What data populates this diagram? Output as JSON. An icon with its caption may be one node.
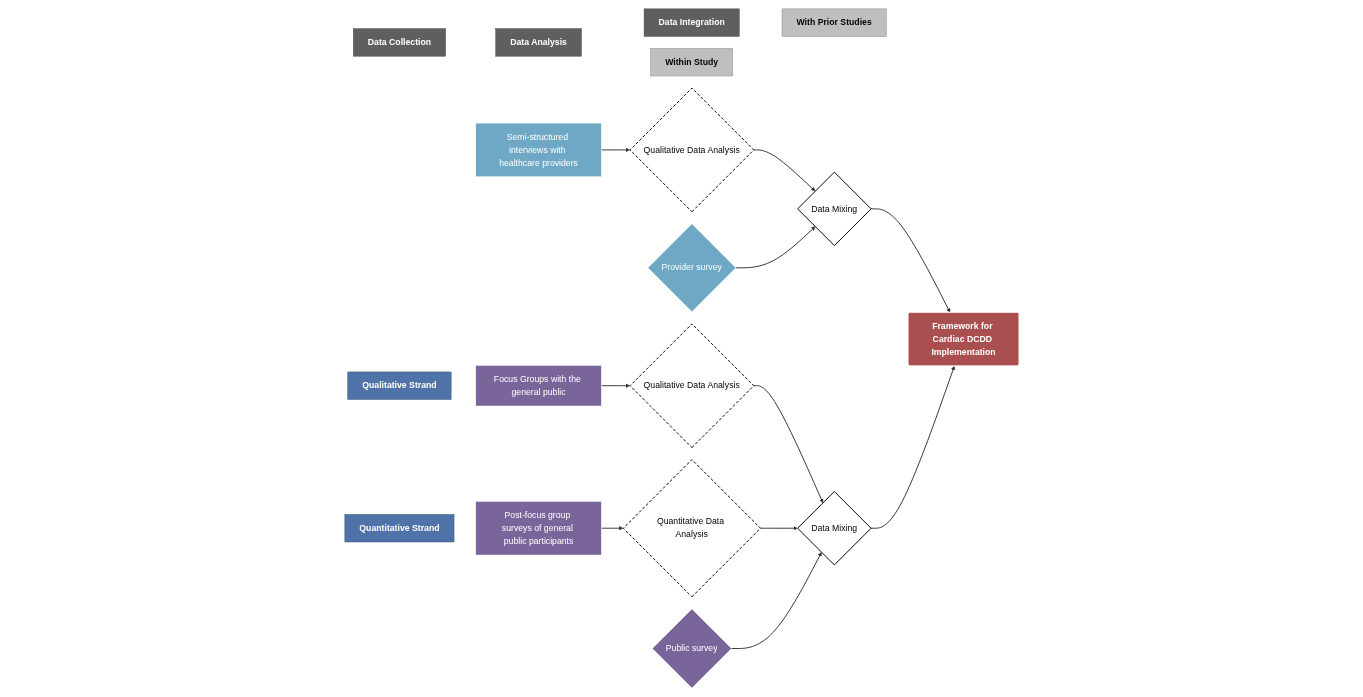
{
  "diagram": {
    "nodes": [
      {
        "text": [
          "Data Collection"
        ]
      },
      {
        "text": [
          "Data Analysis"
        ]
      },
      {
        "text": [
          "Data Integration"
        ]
      },
      {
        "text": [
          "Within Study"
        ]
      },
      {
        "text": [
          "With Prior Studies"
        ]
      },
      {
        "text": [
          "Qualitative Strand"
        ]
      },
      {
        "text": [
          "Quantitative Strand"
        ]
      },
      {
        "text": [
          "Semi-structured interviews with healthcare providers"
        ]
      },
      {
        "text": [
          "Focus Groups with the general public"
        ]
      },
      {
        "text": [
          "Post-focus group surveys of general public participants"
        ]
      },
      {
        "text": [
          "Qualitative Data Analysis"
        ]
      },
      {
        "text": [
          "Qualitative Data Analysis"
        ]
      },
      {
        "text": [
          "Quantitative Data Analysis"
        ]
      },
      {
        "text": [
          "Data Mixing"
        ]
      },
      {
        "text": [
          "Provider survey"
        ]
      },
      {
        "text": [
          "Framework for Cardiac DCDD Implementation"
        ]
      },
      {
        "text": [
          "Data Mixing"
        ]
      },
      {
        "text": [
          "Public survey"
        ]
      }
    ],
    "edges": [
      {
        "from": 7,
        "to": 10,
        "arrow": "to"
      },
      {
        "from": 10,
        "to": 13,
        "arrow": "to"
      },
      {
        "from": 14,
        "to": 13,
        "arrow": "to"
      },
      {
        "from": 8,
        "to": 11,
        "arrow": "to"
      },
      {
        "from": 13,
        "to": 15,
        "arrow": "to"
      },
      {
        "from": 16,
        "to": 15,
        "arrow": "to"
      },
      {
        "from": 11,
        "to": 16,
        "arrow": "to"
      },
      {
        "from": 12,
        "to": 16,
        "arrow": "to"
      },
      {
        "from": 17,
        "to": 16,
        "arrow": "to"
      },
      {
        "from": 9,
        "to": 12,
        "arrow": "to"
      }
    ]
  }
}
